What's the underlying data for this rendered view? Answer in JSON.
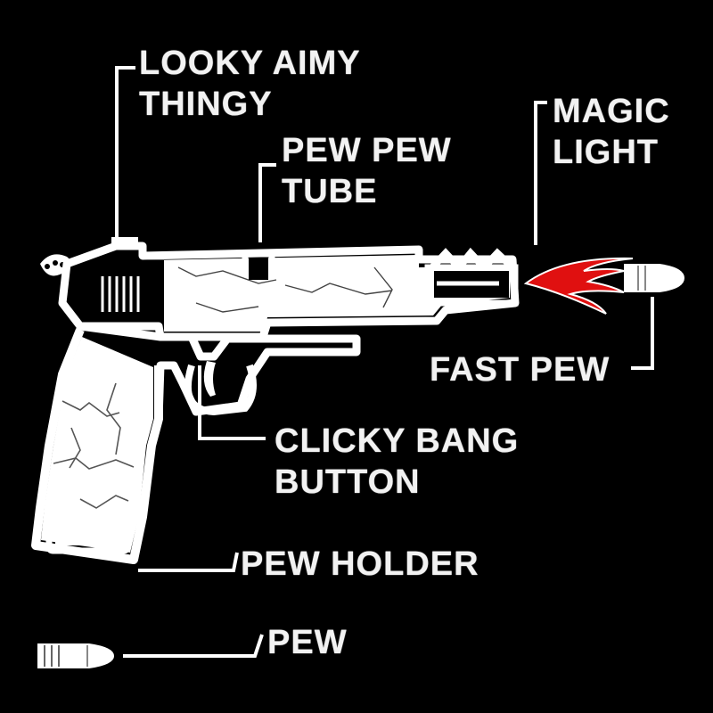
{
  "colors": {
    "background": "#000000",
    "line": "#ffffff",
    "flame": "#e01010"
  },
  "labels": {
    "sight": {
      "line1": "LOOKY AIMY",
      "line2": "THINGY"
    },
    "barrel": {
      "line1": "PEW PEW",
      "line2": "TUBE"
    },
    "muzzle_flash": {
      "line1": "MAGIC",
      "line2": "LIGHT"
    },
    "fired_bullet": {
      "line1": "FAST PEW"
    },
    "trigger": {
      "line1": "CLICKY BANG",
      "line2": "BUTTON"
    },
    "magazine": {
      "line1": "PEW HOLDER"
    },
    "cartridge": {
      "line1": "PEW"
    }
  },
  "icons": [
    "pistol-icon",
    "muzzle-flame-icon",
    "bullet-icon",
    "cartridge-icon"
  ]
}
